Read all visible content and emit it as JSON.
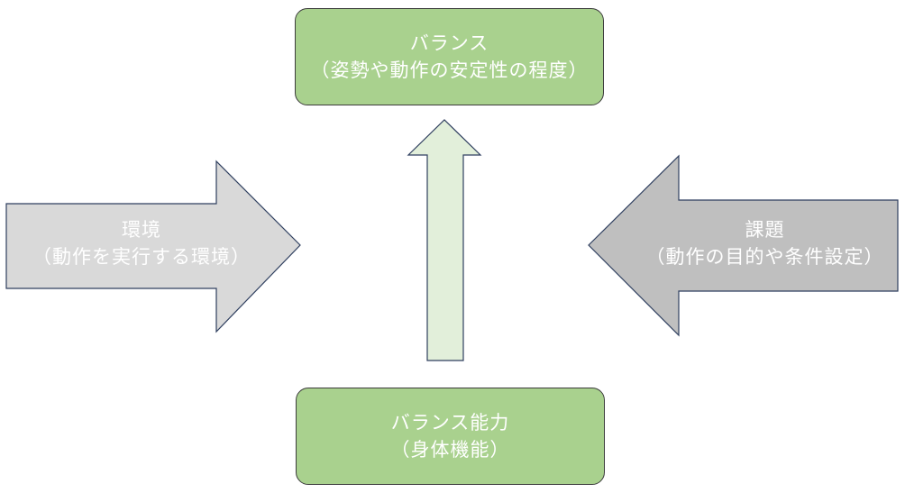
{
  "colors": {
    "box_fill": "#a9d18e",
    "up_arrow_fill": "#e2efda",
    "left_arrow_fill": "#d9d9d9",
    "right_arrow_fill": "#bfbfbf",
    "text": "#ffffff",
    "outline_box": "#3c3c3c",
    "outline_arrow": "#2f3f5f"
  },
  "top_box": {
    "line1": "バランス",
    "line2": "（姿勢や動作の安定性の程度）"
  },
  "bottom_box": {
    "line1": "バランス能力",
    "line2": "（身体機能）"
  },
  "left_arrow": {
    "line1": "環境",
    "line2": "（動作を実行する環境）"
  },
  "right_arrow": {
    "line1": "課題",
    "line2": "（動作の目的や条件設定）"
  }
}
